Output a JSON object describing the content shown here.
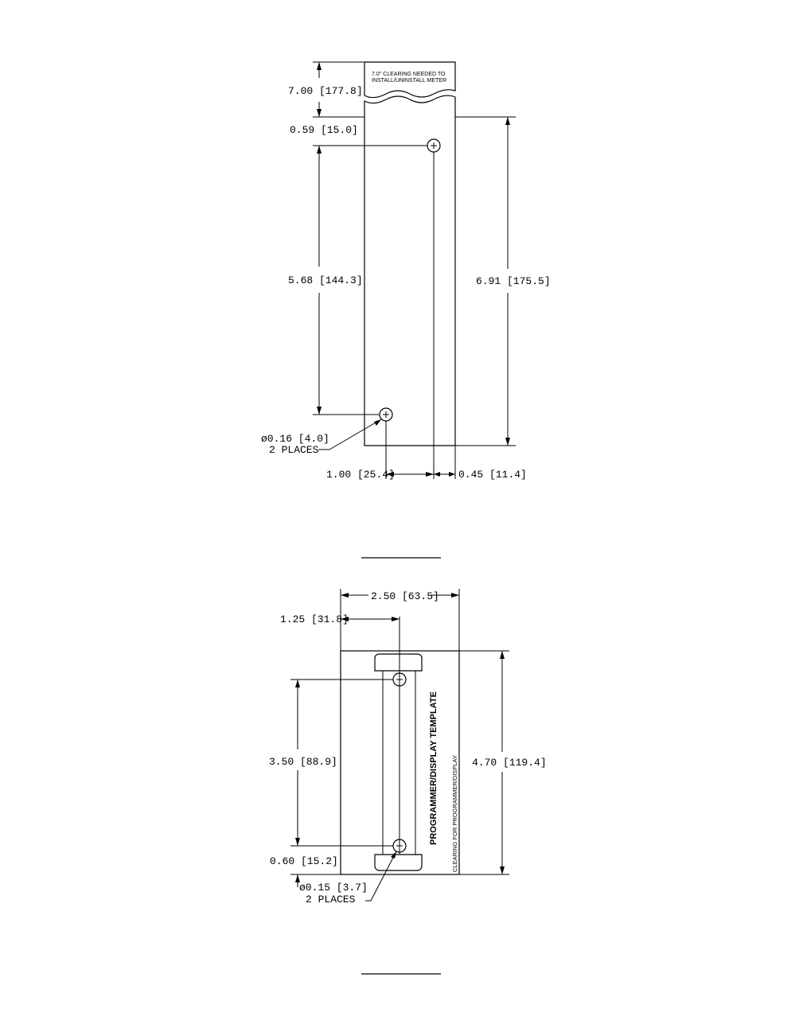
{
  "template_1": {
    "clearing_note_line1": "7.0\" CLEARING NEEDED TO",
    "clearing_note_line2": "INSTALL/UNINSTALL METER",
    "dim_clearance": "7.00 [177.8]",
    "dim_top_hole": "0.59 [15.0]",
    "dim_hole_spacing": "5.68 [144.3]",
    "dim_total_height": "6.91 [175.5]",
    "hole_diameter": "ø0.16 [4.0]",
    "hole_places": "2 PLACES",
    "dim_hole_offset": "1.00 [25.4]",
    "dim_edge_offset": "0.45 [11.4]"
  },
  "template_2": {
    "dim_width": "2.50 [63.5]",
    "dim_half_width": "1.25 [31.8]",
    "dim_hole_spacing": "3.50 [88.9]",
    "dim_height": "4.70 [119.4]",
    "dim_bottom_hole": "0.60 [15.2]",
    "hole_diameter": "ø0.15 [3.7]",
    "hole_places": "2 PLACES",
    "title": "PROGRAMMER/DISPLAY TEMPLATE",
    "subtitle": "CLEARING FOR PROGRAMMER/DISPLAY"
  }
}
